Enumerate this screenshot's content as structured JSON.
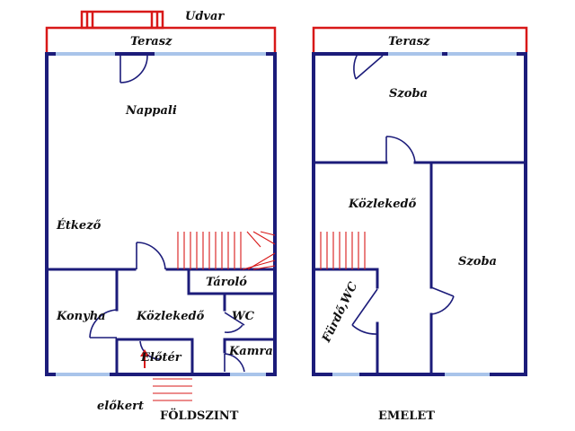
{
  "colors": {
    "walls": "#1c1c7a",
    "windows": "#a9c4ea",
    "terrace": "#d81818",
    "text": "#111111"
  },
  "ground_floor": {
    "caption": "FÖLDSZINT",
    "yard": "Udvar",
    "terrace": "Terasz",
    "front_garden": "előkert",
    "rooms": {
      "living": "Nappali",
      "dining": "Étkező",
      "kitchen": "Konyha",
      "hallway": "Közlekedő",
      "storage": "Tároló",
      "wc": "WC",
      "pantry": "Kamra",
      "entrance": "Előtér"
    }
  },
  "upper_floor": {
    "caption": "EMELET",
    "terrace": "Terasz",
    "rooms": {
      "room_top": "Szoba",
      "hallway": "Közlekedő",
      "room_right": "Szoba",
      "bathroom_wc": "Fürdő,WC"
    }
  }
}
